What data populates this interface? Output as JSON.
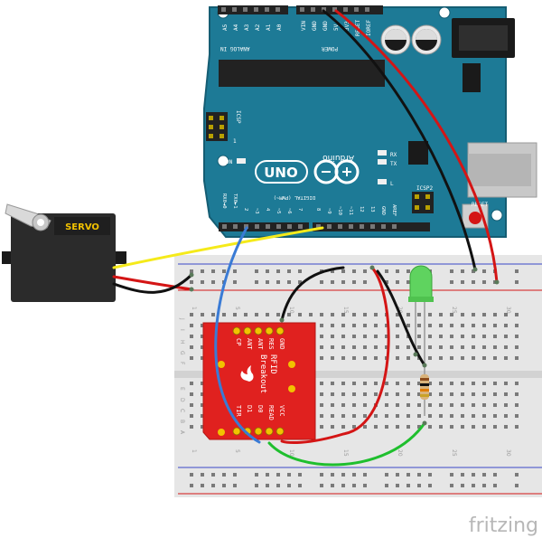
{
  "arduino": {
    "brand": "Arduino",
    "model": "UNO",
    "header_analog": [
      "A5",
      "A4",
      "A3",
      "A2",
      "A1",
      "A0"
    ],
    "analog_in_label": "ANALOG IN",
    "header_power": [
      "VIN",
      "GND",
      "GND",
      "5V",
      "3V3",
      "RESET",
      "IOREF"
    ],
    "power_label": "POWER",
    "header_digital": [
      "RX0◄0",
      "TX0►1",
      "2",
      "~3",
      "4",
      "~5",
      "~6",
      "7",
      "8",
      "~9",
      "~10",
      "~11",
      "12",
      "13",
      "GND",
      "AREF"
    ],
    "digital_label": "DIGITAL (PWM~)",
    "icsp_label": "ICSP",
    "icsp_pin1": "1",
    "icsp2_label": "ICSP2",
    "on_label": "ON",
    "tx_label": "TX",
    "rx_label": "RX",
    "l_label": "L",
    "reset_label": "RESET"
  },
  "servo": {
    "label": "SERVO"
  },
  "rfid": {
    "title_line1": "RFID",
    "title_line2": "Breakout",
    "pins_top": [
      "GND",
      "RES",
      "ANT",
      "ANT",
      "CP"
    ],
    "pins_bottom": [
      "VCC",
      "READ",
      "D0",
      "D1",
      "TIR"
    ]
  },
  "breadboard": {
    "col_numbers": [
      "1",
      "5",
      "10",
      "15",
      "20",
      "25",
      "30"
    ],
    "row_letters_top": [
      "J",
      "I",
      "H",
      "G",
      "F"
    ],
    "row_letters_bottom": [
      "E",
      "D",
      "C",
      "B",
      "A"
    ]
  },
  "branding": {
    "watermark": "fritzing"
  },
  "colors": {
    "arduino_board": "#1d7a96",
    "breadboard": "#e6e6e6",
    "rfid_board": "#e0211f",
    "servo_body": "#2b2b2b",
    "led": "#5fd35f",
    "wire_black": "#111111",
    "wire_red": "#d41515",
    "wire_yellow": "#f5ea1a",
    "wire_blue": "#3a7bd5",
    "wire_green": "#1fbf2e"
  }
}
